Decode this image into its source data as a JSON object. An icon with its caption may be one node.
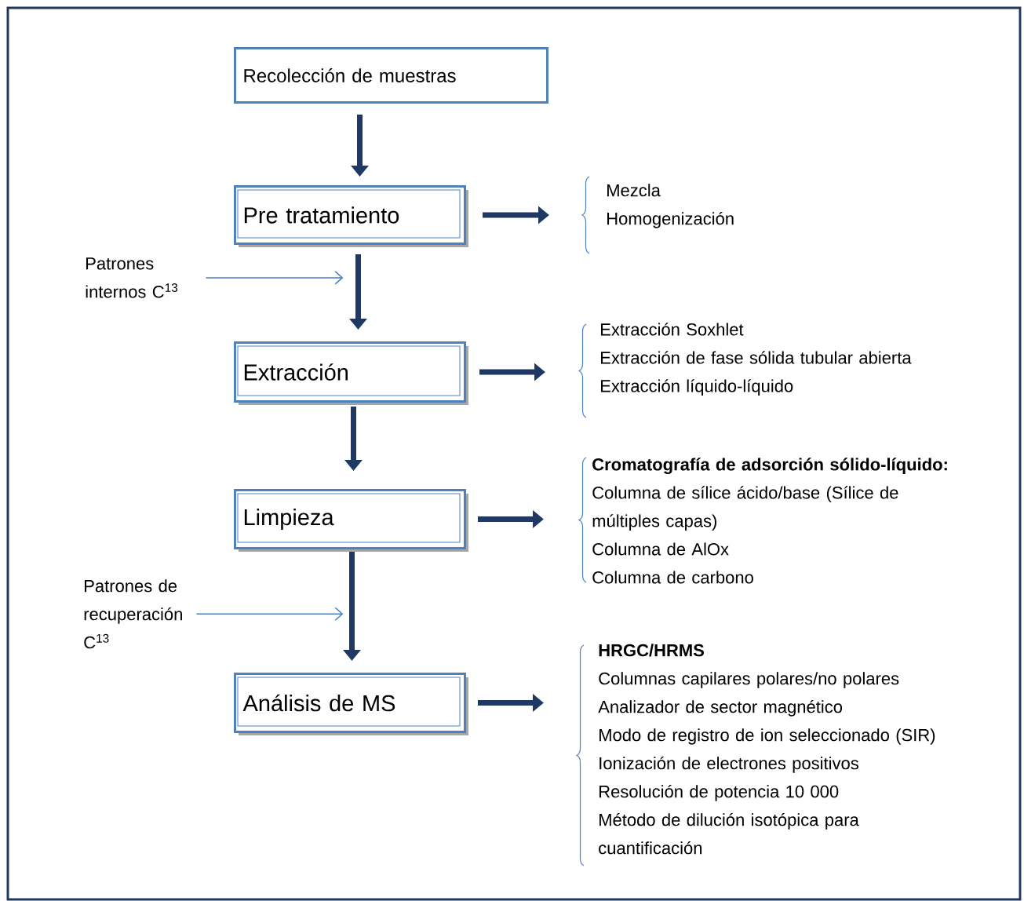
{
  "diagram": {
    "nodes": [
      {
        "text": [
          "Recolección de muestras"
        ]
      },
      {
        "text": [
          "Pre tratamiento"
        ]
      },
      {
        "text": [
          "Mezcla",
          "Homogenización"
        ]
      },
      {
        "text": [
          "Patrones internos C$^{13}$"
        ]
      },
      {
        "text": [
          "Extracción"
        ]
      },
      {
        "text": [
          "Extracción Soxhlet",
          "Extracción de fase sólida tubular abierta",
          "Extracción líquido-líquido"
        ]
      },
      {
        "text": [
          "Limpieza"
        ]
      },
      {
        "text": [
          "Cromatografía de adsorción sólido-líquido:",
          "Columna de sílice ácido/base (Sílice de múltiples capas)",
          "Columna de AlOx",
          "Columna de carbono"
        ]
      },
      {
        "text": [
          "Patrones de recuperación C$^{13}$"
        ]
      },
      {
        "text": [
          "Análisis de MS"
        ]
      },
      {
        "text": [
          "HRGC/HRMS",
          "Columnas capilares polares/no polares",
          "Analizador de sector magnético",
          "Modo de registro de ion seleccionado (SIR)",
          "Ionización de electrones positivos",
          "Resolución de potencia 10 000",
          "Método de dilución isotópica para cuantificación"
        ]
      }
    ],
    "edges": [
      {
        "from": 0,
        "to": 1,
        "arrow": "to"
      },
      {
        "from": 1,
        "to": 2,
        "arrow": "to"
      },
      {
        "from": 1,
        "to": 4,
        "arrow": "to"
      },
      {
        "from": 3,
        "to": null,
        "arrow": "to",
        "color": "#4a7ebb"
      },
      {
        "from": 4,
        "to": 5,
        "arrow": "to"
      },
      {
        "from": 4,
        "to": 6,
        "arrow": "to"
      },
      {
        "from": 6,
        "to": 7,
        "arrow": "to"
      },
      {
        "from": 6,
        "to": 9,
        "arrow": "to"
      },
      {
        "from": 8,
        "to": null,
        "arrow": "to",
        "color": "#4a7ebb"
      },
      {
        "from": 9,
        "to": 10,
        "arrow": "to"
      }
    ]
  }
}
